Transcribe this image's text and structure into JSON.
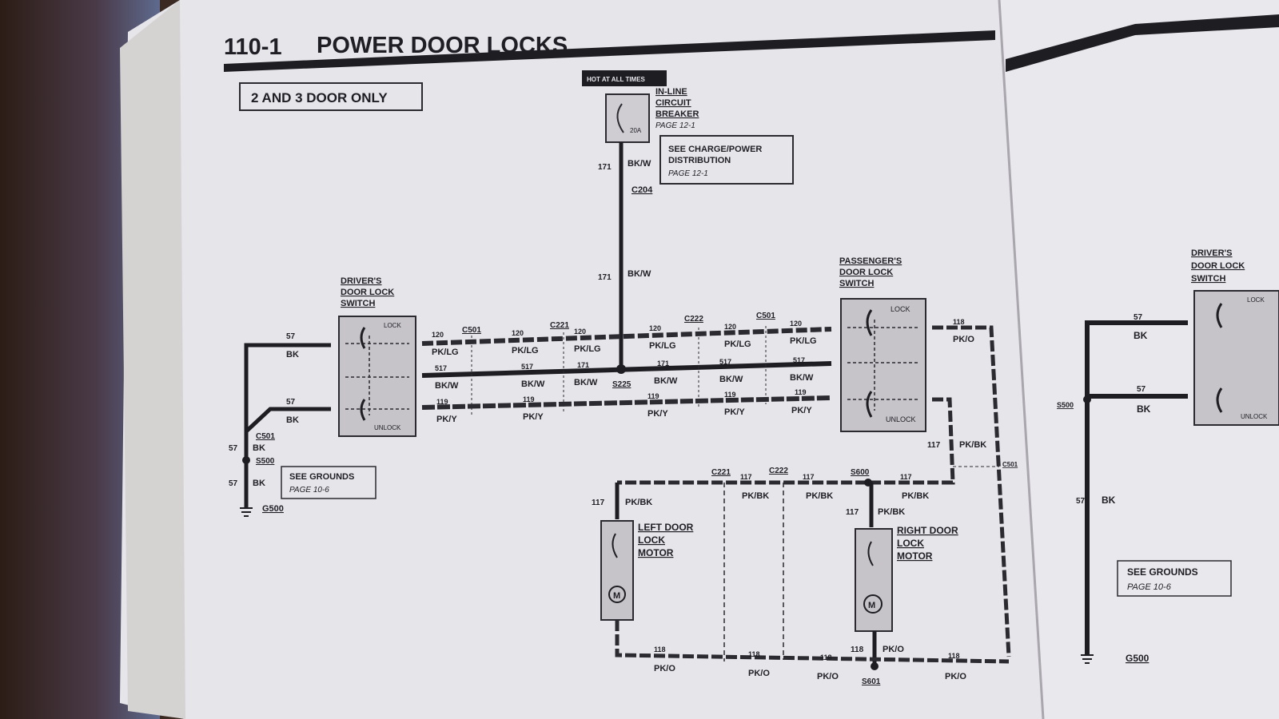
{
  "header": {
    "section_number": "110-1",
    "title": "POWER DOOR LOCKS"
  },
  "scope_box": "2 AND 3 DOOR ONLY",
  "hot_label": "HOT AT ALL TIMES",
  "breaker": {
    "lines": [
      "IN-LINE",
      "CIRCUIT",
      "BREAKER"
    ],
    "page": "PAGE 12-1",
    "rating": "20A"
  },
  "distribution_box": {
    "lines": [
      "SEE CHARGE/POWER",
      "DISTRIBUTION"
    ],
    "page": "PAGE 12-1"
  },
  "feed": {
    "circuit": "171",
    "color": "BK/W",
    "connector": "C204"
  },
  "drivers_switch": {
    "lines": [
      "DRIVER'S",
      "DOOR LOCK",
      "SWITCH"
    ],
    "lock": "LOCK",
    "unlock": "UNLOCK"
  },
  "passengers_switch": {
    "lines": [
      "PASSENGER'S",
      "DOOR LOCK",
      "SWITCH"
    ],
    "lock": "LOCK",
    "unlock": "UNLOCK"
  },
  "left_motor": {
    "lines": [
      "LEFT DOOR",
      "LOCK",
      "MOTOR"
    ],
    "symbol": "M"
  },
  "right_motor": {
    "lines": [
      "RIGHT DOOR",
      "LOCK",
      "MOTOR"
    ],
    "symbol": "M"
  },
  "grounds_box": {
    "line1": "SEE GROUNDS",
    "page": "PAGE 10-6"
  },
  "ground_labels": {
    "c501": "C501",
    "s500": "S500",
    "g500": "G500"
  },
  "wire_labels": {
    "w57": "57",
    "bk": "BK",
    "w120": "120",
    "pklg": "PK/LG",
    "w517": "517",
    "bkw": "BK/W",
    "w119": "119",
    "pky": "PK/Y",
    "w171": "171",
    "w118": "118",
    "pko": "PK/O",
    "w117": "117",
    "pkbk": "PK/BK"
  },
  "connectors": {
    "c501": "C501",
    "c221": "C221",
    "c222": "C222",
    "s225": "S225",
    "s600": "S600",
    "s601": "S601",
    "c501_right": "C501"
  }
}
